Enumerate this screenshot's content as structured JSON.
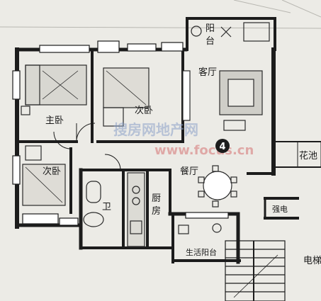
{
  "rooms": {
    "balcony_top": "阳台",
    "living": "客厅",
    "master_bed": "主卧",
    "second_bed_top": "次卧",
    "second_bed_left": "次卧",
    "dining": "餐厅",
    "kitchen": "厨房",
    "bath": "卫",
    "utility_balcony": "生活阳台",
    "garden": "花池",
    "electric": "强电",
    "elevator": "电梯"
  },
  "unit_number": "4",
  "watermark": {
    "cn": "搜房网地产网",
    "en": "www.focus.cn"
  },
  "colors": {
    "wall": "#1c1c1c",
    "paper": "#ecebe6",
    "watermark_blue": "#8aa0c8",
    "watermark_red": "#d77d7d"
  }
}
